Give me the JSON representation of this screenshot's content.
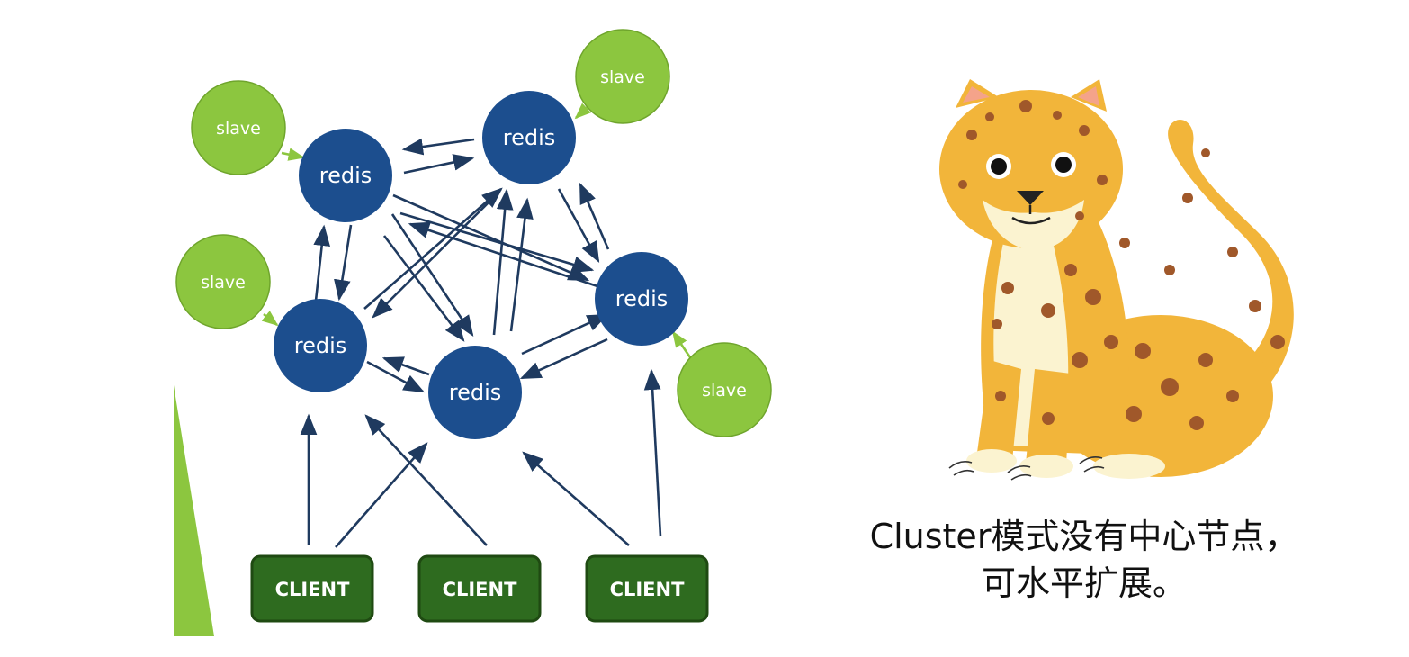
{
  "diagram": {
    "redis_nodes": [
      {
        "id": "r1",
        "label": "redis"
      },
      {
        "id": "r2",
        "label": "redis"
      },
      {
        "id": "r3",
        "label": "redis"
      },
      {
        "id": "r4",
        "label": "redis"
      },
      {
        "id": "r5",
        "label": "redis"
      }
    ],
    "slave_nodes": [
      {
        "id": "s1",
        "label": "slave",
        "master": "r1"
      },
      {
        "id": "s2",
        "label": "slave",
        "master": "r2"
      },
      {
        "id": "s3",
        "label": "slave",
        "master": "r3"
      },
      {
        "id": "s4",
        "label": "slave",
        "master": "r4"
      }
    ],
    "clients": [
      {
        "id": "c1",
        "label": "CLIENT"
      },
      {
        "id": "c2",
        "label": "CLIENT"
      },
      {
        "id": "c3",
        "label": "CLIENT"
      }
    ],
    "colors": {
      "redis": "#1c4e8e",
      "slave": "#8cc63f",
      "client": "#2e6b1f",
      "client_border": "#1f4a12",
      "arrow": "#1f3a5f",
      "slave_arrow": "#8cc63f",
      "accent_triangle": "#8cc63f"
    }
  },
  "mascot": {
    "icon": "leopard-icon",
    "colors": {
      "body": "#f2b53a",
      "belly": "#fbf3d0",
      "spot": "#a0582a",
      "ear_inner": "#f4a38a"
    }
  },
  "caption": {
    "line1": "Cluster模式没有中心节点，",
    "line2": "可水平扩展。"
  }
}
